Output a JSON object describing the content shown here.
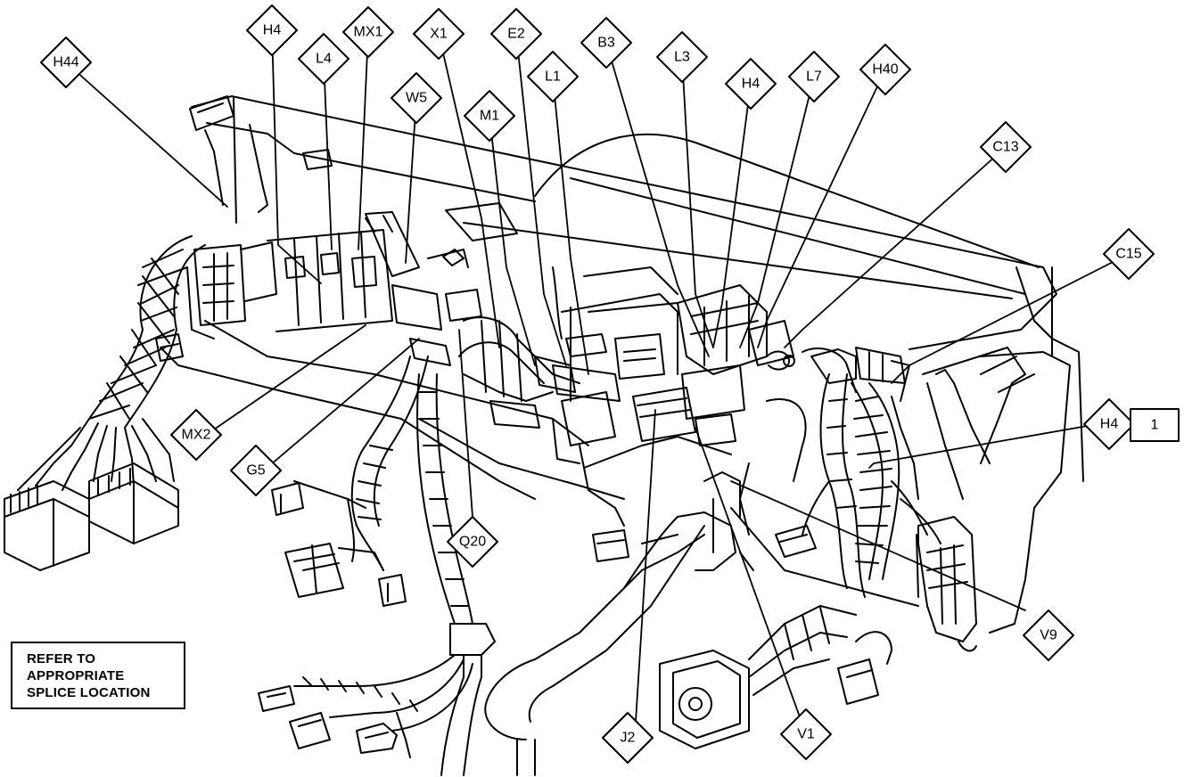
{
  "diagram": {
    "callouts": {
      "H44": "H44",
      "H4_top": "H4",
      "L4": "L4",
      "MX1": "MX1",
      "X1": "X1",
      "E2": "E2",
      "B3": "B3",
      "L3": "L3",
      "W5": "W5",
      "M1": "M1",
      "L1": "L1",
      "H4_mid": "H4",
      "L7": "L7",
      "H40": "H40",
      "C13": "C13",
      "C15": "C15",
      "H4_right": "H4",
      "H4_right_num": "1",
      "MX2": "MX2",
      "G5": "G5",
      "Q20": "Q20",
      "J2": "J2",
      "V1": "V1",
      "V9": "V9"
    },
    "note": {
      "line1": "REFER TO",
      "line2": "APPROPRIATE",
      "line3": "SPLICE LOCATION"
    }
  }
}
